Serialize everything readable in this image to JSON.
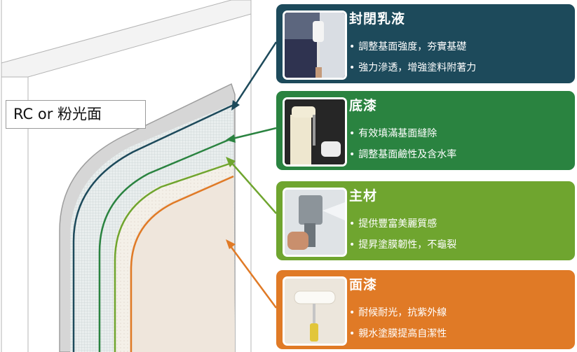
{
  "substrate_label": "RC or 粉光面",
  "panels": [
    {
      "title": "封閉乳液",
      "color": "#1d4a5b",
      "photo_icon": "roller-on-wall-photo",
      "bullets": [
        "調整基面強度，夯實基礎",
        "強力滲透，增強塗料附著力"
      ]
    },
    {
      "title": "底漆",
      "color": "#2a8340",
      "photo_icon": "roller-dark-wall-photo",
      "bullets": [
        "有效填滿基面縫除",
        "調整基面鹼性及含水率"
      ]
    },
    {
      "title": "主材",
      "color": "#6fa52f",
      "photo_icon": "spray-gun-photo",
      "bullets": [
        "提供豐富美麗質感",
        "提昇塗膜韌性，不龜裂"
      ]
    },
    {
      "title": "面漆",
      "color": "#e07a26",
      "photo_icon": "roller-textured-wall-photo",
      "bullets": [
        "耐候耐光，抗紫外線",
        "親水塗膜提高自潔性"
      ]
    }
  ]
}
